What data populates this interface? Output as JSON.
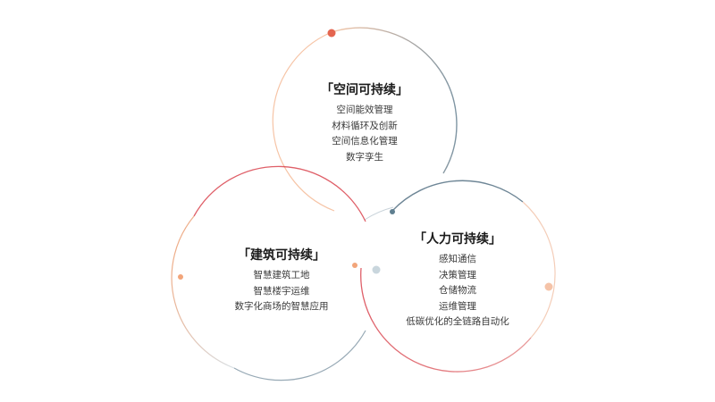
{
  "sections": {
    "space": {
      "title": "「空间可持续」",
      "items": [
        "空间能效管理",
        "材料循环及创新",
        "空间信息化管理",
        "数字孪生"
      ]
    },
    "building": {
      "title": "「建筑可持续」",
      "items": [
        "智慧建筑工地",
        "智慧楼宇运维",
        "数字化商场的智慧应用"
      ]
    },
    "people": {
      "title": "「人力可持续」",
      "items": [
        "感知通信",
        "决策管理",
        "仓储物流",
        "运维管理",
        "低碳优化的全链路自动化"
      ]
    }
  },
  "colors": {
    "red": "#d9434e",
    "orange": "#f2a57a",
    "slate": "#6e8696",
    "node_red": "#e4654f",
    "node_slate": "#5f7f90",
    "node_peach": "#f5c3a8",
    "node_light": "#c9d6dd"
  }
}
